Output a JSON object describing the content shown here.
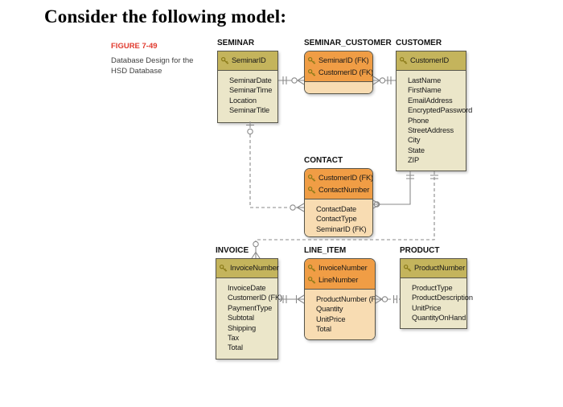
{
  "page_title": "Consider the following model:",
  "figure": {
    "label": "FIGURE 7-49",
    "caption": "Database Design for the HSD Database"
  },
  "colors": {
    "key-header": "#c4b45c",
    "key-body": "#ebe6c9",
    "dep-header": "#f09d45",
    "dep-body": "#f8dcb2",
    "box-border": "#57554a",
    "line": "#8a8a8a",
    "figure-label": "#e03a2e",
    "caption-text": "#3f3f3f"
  },
  "entities": {
    "seminar": {
      "title": "SEMINAR",
      "keys": [
        "SeminarID"
      ],
      "attrs": [
        "SeminarDate",
        "SeminarTime",
        "Location",
        "SeminarTitle"
      ]
    },
    "seminar_customer": {
      "title": "SEMINAR_CUSTOMER",
      "keys": [
        "SeminarID (FK)",
        "CustomerID (FK)"
      ],
      "attrs": []
    },
    "customer": {
      "title": "CUSTOMER",
      "keys": [
        "CustomerID"
      ],
      "attrs": [
        "LastName",
        "FirstName",
        "EmailAddress",
        "EncryptedPassword",
        "Phone",
        "StreetAddress",
        "City",
        "State",
        "ZIP"
      ]
    },
    "contact": {
      "title": "CONTACT",
      "keys": [
        "CustomerID (FK)",
        "ContactNumber"
      ],
      "attrs": [
        "ContactDate",
        "ContactType",
        "SeminarID (FK)"
      ]
    },
    "invoice": {
      "title": "INVOICE",
      "keys": [
        "InvoiceNumber"
      ],
      "attrs": [
        "InvoiceDate",
        "CustomerID (FK)",
        "PaymentType",
        "Subtotal",
        "Shipping",
        "Tax",
        "Total"
      ]
    },
    "line_item": {
      "title": "LINE_ITEM",
      "keys": [
        "InvoiceNumber",
        "LineNumber"
      ],
      "attrs": [
        "ProductNumber (FK)",
        "Quantity",
        "UnitPrice",
        "Total"
      ]
    },
    "product": {
      "title": "PRODUCT",
      "keys": [
        "ProductNumber"
      ],
      "attrs": [
        "ProductType",
        "ProductDescription",
        "UnitPrice",
        "QuantityOnHand"
      ]
    }
  },
  "relationships": [
    {
      "from": "SEMINAR",
      "to": "SEMINAR_CUSTOMER",
      "line": "solid",
      "from_card": "one-mandatory",
      "to_card": "many-optional"
    },
    {
      "from": "CUSTOMER",
      "to": "SEMINAR_CUSTOMER",
      "line": "solid",
      "from_card": "one-mandatory",
      "to_card": "many-optional"
    },
    {
      "from": "SEMINAR",
      "to": "CONTACT",
      "line": "dashed",
      "from_card": "one-optional",
      "to_card": "many-optional"
    },
    {
      "from": "CUSTOMER",
      "to": "CONTACT",
      "line": "solid",
      "from_card": "one-mandatory",
      "to_card": "many-optional"
    },
    {
      "from": "CUSTOMER",
      "to": "INVOICE",
      "line": "dashed",
      "from_card": "one-mandatory",
      "to_card": "many-optional"
    },
    {
      "from": "INVOICE",
      "to": "LINE_ITEM",
      "line": "solid",
      "from_card": "one-mandatory",
      "to_card": "many-mandatory"
    },
    {
      "from": "PRODUCT",
      "to": "LINE_ITEM",
      "line": "dashed",
      "from_card": "one-mandatory",
      "to_card": "many-optional"
    }
  ]
}
